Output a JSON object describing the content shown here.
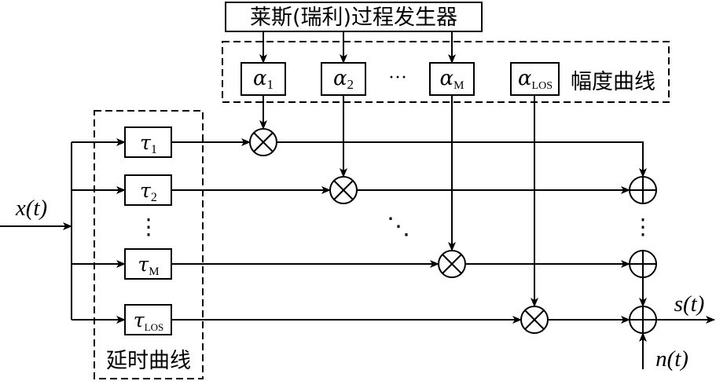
{
  "generator": {
    "label": "莱斯(瑞利)过程发生器"
  },
  "amplitude": {
    "group_label": "幅度曲线",
    "items": [
      {
        "symbol": "α",
        "subscript": "1"
      },
      {
        "symbol": "α",
        "subscript": "2"
      },
      {
        "symbol": "α",
        "subscript": "M"
      },
      {
        "symbol": "α",
        "subscript": "LOS"
      }
    ],
    "ellipsis": "···"
  },
  "delay": {
    "group_label": "延时曲线",
    "items": [
      {
        "symbol": "τ",
        "subscript": "1"
      },
      {
        "symbol": "τ",
        "subscript": "2"
      },
      {
        "symbol": "τ",
        "subscript": "M"
      },
      {
        "symbol": "τ",
        "subscript": "LOS"
      }
    ],
    "ellipsis": "⋮"
  },
  "signals": {
    "input": "x(t)",
    "output": "s(t)",
    "noise": "n(t)"
  },
  "multiplier_ellipsis": "⋱",
  "adder_ellipsis": "⋮"
}
